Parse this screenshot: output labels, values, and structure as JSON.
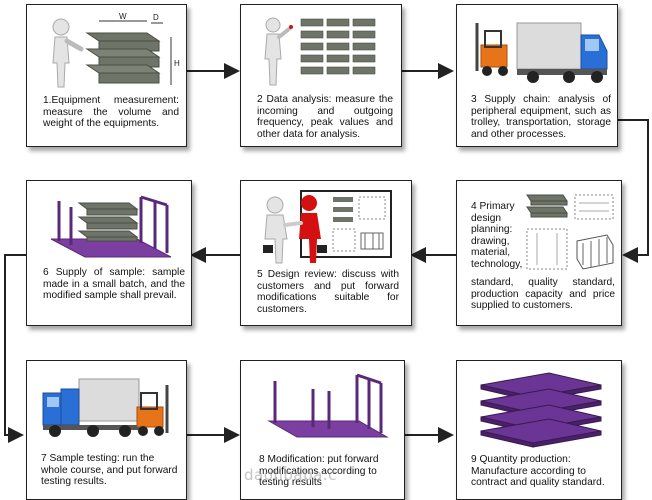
{
  "steps": [
    {
      "id": 1,
      "text": "1.Equipment measurement: measure the volume and weight of the equipments.",
      "dim_labels": [
        "W",
        "D",
        "H"
      ]
    },
    {
      "id": 2,
      "text": "2  Data analysis: measure the incoming and outgoing frequency, peak values and other data for analysis."
    },
    {
      "id": 3,
      "text": "3   Supply chain: analysis of peripheral equipment, such as trolley, transportation, storage and other processes."
    },
    {
      "id": 4,
      "text_top": "4 Primary design planning: drawing, material, technology,",
      "text_bottom": "standard, quality standard, production capacity and price supplied to customers."
    },
    {
      "id": 5,
      "text": "5  Design review: discuss with customers and put forward modifications suitable for customers."
    },
    {
      "id": 6,
      "text": "6  Supply of sample: sample made in a small batch, and the modified sample shall prevail."
    },
    {
      "id": 7,
      "text": "7  Sample testing: run the whole course, and put forward testing results."
    },
    {
      "id": 8,
      "text": "8  Modification: put forward modifications according to testing results"
    },
    {
      "id": 9,
      "text": "9   Quantity production: Manufacture according to contract and quality standard."
    }
  ],
  "watermark": "daohbaba.c",
  "icons": [
    "person-measuring-icon",
    "person-analysis-icon",
    "truck-forklift-icon",
    "design-drawings-icon",
    "handshake-review-icon",
    "sample-rack-icon",
    "truck-forklift-icon",
    "rack-modification-icon",
    "pallet-stack-icon"
  ],
  "colors": {
    "border": "#222222",
    "arrow": "#222222",
    "rack": "#7a3fa0",
    "rack_dark": "#5a2878",
    "forklift": "#e8741a",
    "person": "#e0e0e0",
    "person_red": "#d41010",
    "tray": "#6f7468"
  }
}
